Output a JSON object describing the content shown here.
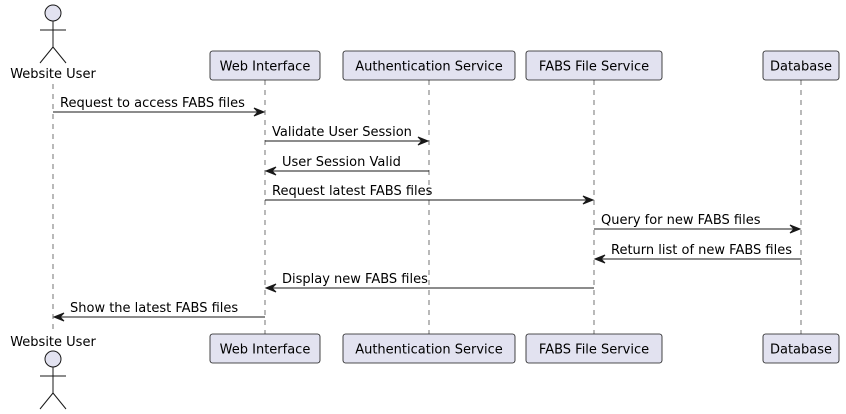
{
  "participants": [
    {
      "id": "user",
      "label": "Website User",
      "kind": "actor"
    },
    {
      "id": "web",
      "label": "Web Interface",
      "kind": "participant"
    },
    {
      "id": "auth",
      "label": "Authentication Service",
      "kind": "participant"
    },
    {
      "id": "fabs",
      "label": "FABS File Service",
      "kind": "participant"
    },
    {
      "id": "db",
      "label": "Database",
      "kind": "participant"
    }
  ],
  "messages": [
    {
      "from": "user",
      "to": "web",
      "label": "Request to access FABS files"
    },
    {
      "from": "web",
      "to": "auth",
      "label": "Validate User Session"
    },
    {
      "from": "auth",
      "to": "web",
      "label": "User Session Valid"
    },
    {
      "from": "web",
      "to": "fabs",
      "label": "Request latest FABS files"
    },
    {
      "from": "fabs",
      "to": "db",
      "label": "Query for new FABS files"
    },
    {
      "from": "db",
      "to": "fabs",
      "label": "Return list of new FABS files"
    },
    {
      "from": "fabs",
      "to": "web",
      "label": "Display new FABS files"
    },
    {
      "from": "web",
      "to": "user",
      "label": "Show the latest FABS files"
    }
  ],
  "colors": {
    "participant_fill": "#E2E2F0",
    "participant_border": "#181818",
    "lifeline": "#181818",
    "arrow": "#181818"
  }
}
